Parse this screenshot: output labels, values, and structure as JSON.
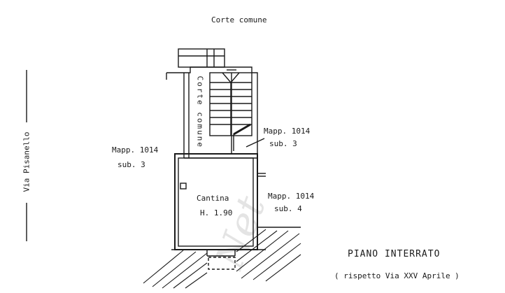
{
  "labels": {
    "top_court": "Corte comune",
    "street_left": "Via Pisanello",
    "corridor": "Corte comune",
    "mapp_right_top_1": "Mapp. 1014",
    "mapp_right_top_2": "sub. 3",
    "mapp_left_1": "Mapp. 1014",
    "mapp_left_2": "sub. 3",
    "room_name": "Cantina",
    "room_height": "H. 1.90",
    "mapp_right_bottom_1": "Mapp. 1014",
    "mapp_right_bottom_2": "sub. 4",
    "floor_title": "PIANO INTERRATO",
    "floor_subtitle": "( rispetto Via XXV Aprile )"
  },
  "watermark": "Net"
}
